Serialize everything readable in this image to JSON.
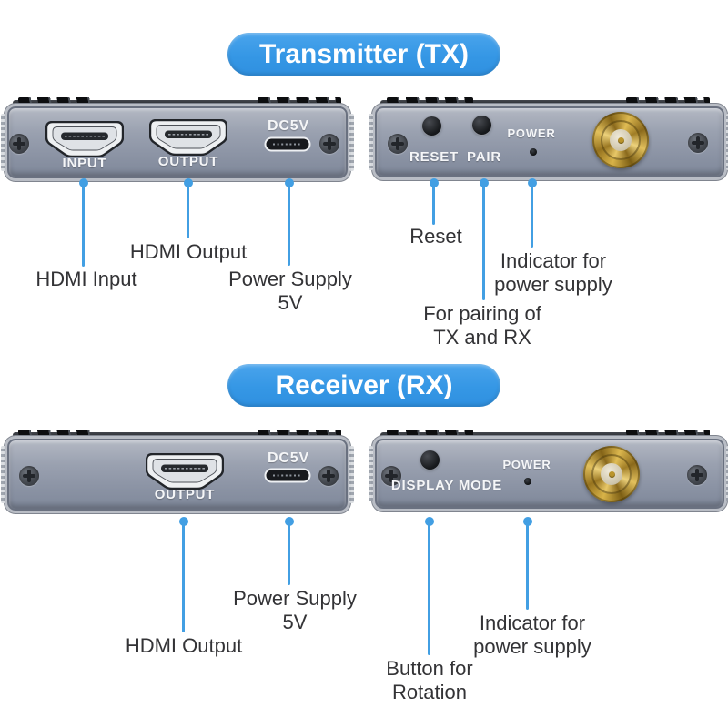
{
  "tx": {
    "title": "Transmitter (TX)",
    "panel_labels": {
      "input": "INPUT",
      "output": "OUTPUT",
      "dc": "DC5V",
      "reset": "RESET",
      "pair": "PAIR",
      "power": "POWER"
    },
    "callouts": {
      "hdmi_input": "HDMI Input",
      "hdmi_output": "HDMI Output",
      "power_supply": "Power Supply 5V",
      "reset": "Reset",
      "pair": "For pairing of\nTX and RX",
      "power_indicator": "Indicator for\npower supply"
    }
  },
  "rx": {
    "title": "Receiver (RX)",
    "panel_labels": {
      "output": "OUTPUT",
      "dc": "DC5V",
      "display_mode": "DISPLAY MODE",
      "power": "POWER"
    },
    "callouts": {
      "hdmi_output": "HDMI Output",
      "power_supply": "Power Supply 5V",
      "rotation": "Button for\nRotation",
      "power_indicator": "Indicator for\npower supply"
    }
  },
  "colors": {
    "accent_blue": "#3b9ae6",
    "leader_blue": "#429fe3",
    "panel_gray": "#979eae",
    "antenna_gold": "#c9a741"
  }
}
